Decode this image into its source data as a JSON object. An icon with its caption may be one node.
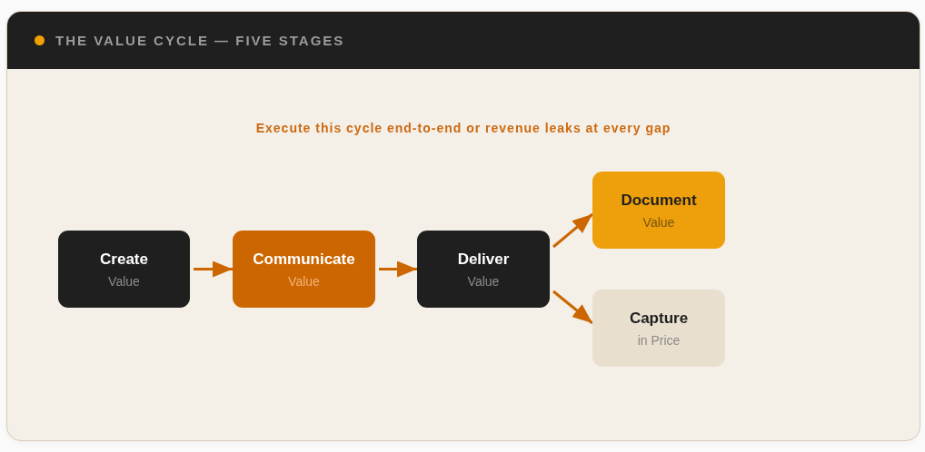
{
  "diagram": {
    "title": "THE VALUE CYCLE — FIVE STAGES",
    "nodes": [
      {
        "text": [
          "Create",
          "Value"
        ]
      },
      {
        "text": [
          "Communicate",
          "Value"
        ]
      },
      {
        "text": [
          "Deliver",
          "Value"
        ]
      },
      {
        "text": [
          "Document",
          "Value"
        ]
      },
      {
        "text": [
          "Capture",
          "in Price"
        ]
      }
    ],
    "edges": [
      {
        "from": 0,
        "to": 1,
        "arrow": "to"
      },
      {
        "from": 1,
        "to": 2,
        "arrow": "to"
      },
      {
        "from": 2,
        "to": 3,
        "arrow": "to"
      },
      {
        "from": 2,
        "to": 4,
        "arrow": "to"
      }
    ],
    "labels": [
      "Execute this cycle end-to-end or revenue leaks at every gap"
    ]
  }
}
